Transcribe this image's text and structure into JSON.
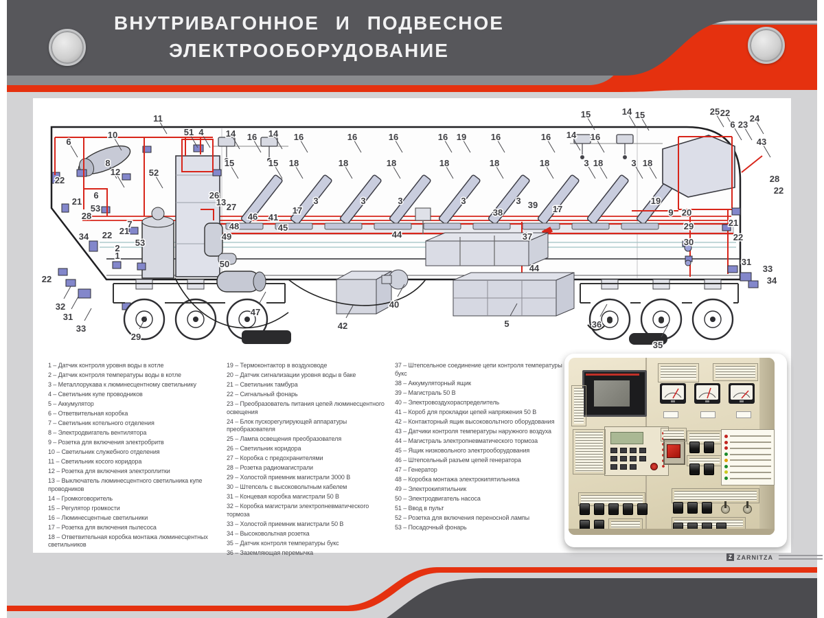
{
  "header": {
    "title_line1": "ВНУТРИВАГОННОЕ И ПОДВЕСНОЕ",
    "title_line2": "ЭЛЕКТРООБОРУДОВАНИЕ"
  },
  "footer": {
    "brand": "ZARNITZA"
  },
  "colors": {
    "accent_red": "#e5310f",
    "header_gray": "#57575b",
    "mid_gray": "#8a8b8e",
    "bg_gray": "#d3d3d5",
    "text_dark": "#4a4a4e"
  },
  "legend": {
    "columns": [
      [
        "1 – Датчик контроля уровня воды в котле",
        "2 – Датчик контроля температуры воды в котле",
        "3 – Металлорукава к люминесцентному светильнику",
        "4 – Светильник купе проводников",
        "5 – Аккумулятор",
        "6 – Ответвительная коробка",
        "7 – Светильник котельного отделения",
        "8 – Электродвигатель вентилятора",
        "9 – Розетка для включения электробритв",
        "10 – Светильник служебного отделения",
        "11 – Светильник косого коридора",
        "12 – Розетка для включения электроплитки",
        "13 – Выключатель люминесцентного светильника купе проводников",
        "14 – Громкоговоритель",
        "15 – Регулятор громкости",
        "16 – Люминесцентные светильники",
        "17 – Розетка для включения пылесоса",
        "18 – Ответвительная коробка монтажа люминесцентных светильников"
      ],
      [
        "19 – Термоконтактор в воздуховоде",
        "20 – Датчик сигнализации уровня воды в баке",
        "21 – Светильник тамбура",
        "22 – Сигнальный фонарь",
        "23 – Преобразователь питания цепей люминесцентного освещения",
        "24 – Блок пускорегулирующей аппаратуры преобразователя",
        "25 – Лампа освещения преобразователя",
        "26 – Светильник коридора",
        "27 – Коробка с предохранителями",
        "28 – Розетка радиомагистрали",
        "29 – Холостой приемник магистрали 3000 В",
        "30 – Штепсель с высоковольтным кабелем",
        "31 – Концевая коробка магистрали 50 В",
        "32 – Коробка магистрали электропневматического тормоза",
        "33 – Холостой приемник магистрали 50 В",
        "34 – Высоковольтная розетка",
        "35 – Датчик контроля температуры букс",
        "36 – Заземляющая перемычка"
      ],
      [
        "37 – Штепсельное соединение цепи контроля температуры букс",
        "38 – Аккумуляторный ящик",
        "39 – Магистраль 50 В",
        "40 – Электровоздухораспределитель",
        "41 – Короб для прокладки цепей напряжения 50 В",
        "42 – Контакторный ящик высоковольтного оборудования",
        "43 – Датчики контроля температуры наружного воздуха",
        "44 – Магистраль электропневматического тормоза",
        "45 – Ящик низковольного электрооборудования",
        "46 – Штепсельный разъем цепей генератора",
        "47 – Генератор",
        "48 – Коробка монтажа электрокипятильника",
        "49 – Электрокипятильник",
        "50 – Электродвигатель насоса",
        "51 – Ввод в пульт",
        "52 – Розетка для включения переносной лампы",
        "53 – Посадочный фонарь"
      ]
    ]
  },
  "diagram": {
    "callouts": [
      [
        "6",
        40,
        52
      ],
      [
        "10",
        104,
        42
      ],
      [
        "11",
        170,
        18
      ],
      [
        "51",
        215,
        38
      ],
      [
        "4",
        233,
        38
      ],
      [
        "14",
        276,
        40
      ],
      [
        "16",
        307,
        45
      ],
      [
        "14",
        338,
        40
      ],
      [
        "15",
        274,
        83
      ],
      [
        "15",
        338,
        83
      ],
      [
        "8",
        97,
        83
      ],
      [
        "12",
        108,
        96
      ],
      [
        "52",
        164,
        97
      ],
      [
        "22",
        27,
        108
      ],
      [
        "6",
        80,
        130
      ],
      [
        "21",
        52,
        139
      ],
      [
        "53",
        79,
        149
      ],
      [
        "28",
        66,
        160
      ],
      [
        "7",
        129,
        172
      ],
      [
        "21",
        121,
        182
      ],
      [
        "22",
        96,
        188
      ],
      [
        "53",
        144,
        199
      ],
      [
        "34",
        62,
        190
      ],
      [
        "2",
        111,
        207
      ],
      [
        "1",
        111,
        218
      ],
      [
        "26",
        252,
        130
      ],
      [
        "13",
        262,
        140
      ],
      [
        "27",
        277,
        147
      ],
      [
        "22",
        8,
        252
      ],
      [
        "32",
        28,
        292
      ],
      [
        "31",
        39,
        307
      ],
      [
        "33",
        58,
        324
      ],
      [
        "29",
        138,
        336
      ],
      [
        "47",
        312,
        300
      ],
      [
        "50",
        267,
        230
      ],
      [
        "49",
        270,
        190
      ],
      [
        "48",
        281,
        175
      ],
      [
        "46",
        308,
        161
      ],
      [
        "41",
        338,
        162
      ],
      [
        "45",
        352,
        177
      ],
      [
        "16",
        375,
        45
      ],
      [
        "16",
        453,
        45
      ],
      [
        "16",
        513,
        45
      ],
      [
        "16",
        585,
        45
      ],
      [
        "19",
        612,
        45
      ],
      [
        "16",
        662,
        45
      ],
      [
        "16",
        735,
        45
      ],
      [
        "16",
        807,
        45
      ],
      [
        "18",
        368,
        83
      ],
      [
        "18",
        440,
        83
      ],
      [
        "18",
        510,
        83
      ],
      [
        "18",
        587,
        83
      ],
      [
        "18",
        660,
        83
      ],
      [
        "18",
        733,
        83
      ],
      [
        "3",
        400,
        138
      ],
      [
        "3",
        469,
        138
      ],
      [
        "3",
        523,
        138
      ],
      [
        "3",
        615,
        138
      ],
      [
        "3",
        695,
        138
      ],
      [
        "17",
        373,
        152
      ],
      [
        "44",
        518,
        187
      ],
      [
        "42",
        439,
        320
      ],
      [
        "40",
        514,
        289
      ],
      [
        "5",
        678,
        317
      ],
      [
        "38",
        665,
        155
      ],
      [
        "37",
        708,
        190
      ],
      [
        "44",
        718,
        236
      ],
      [
        "39",
        716,
        144
      ],
      [
        "17",
        752,
        150
      ],
      [
        "36",
        809,
        318
      ],
      [
        "35",
        898,
        348
      ],
      [
        "14",
        772,
        42
      ],
      [
        "15",
        793,
        12
      ],
      [
        "14",
        853,
        8
      ],
      [
        "15",
        872,
        13
      ],
      [
        "3",
        794,
        83
      ],
      [
        "18",
        811,
        83
      ],
      [
        "3",
        863,
        83
      ],
      [
        "18",
        883,
        83
      ],
      [
        "25",
        981,
        8
      ],
      [
        "22",
        996,
        10
      ],
      [
        "6",
        1007,
        27
      ],
      [
        "23",
        1022,
        27
      ],
      [
        "24",
        1039,
        18
      ],
      [
        "43",
        1049,
        52
      ],
      [
        "19",
        895,
        138
      ],
      [
        "9",
        917,
        155
      ],
      [
        "20",
        940,
        155
      ],
      [
        "28",
        1068,
        106
      ],
      [
        "22",
        1074,
        123
      ],
      [
        "29",
        943,
        175
      ],
      [
        "30",
        943,
        198
      ],
      [
        "21",
        1008,
        170
      ],
      [
        "22",
        1015,
        191
      ],
      [
        "31",
        1027,
        227
      ],
      [
        "33",
        1058,
        237
      ],
      [
        "34",
        1064,
        254
      ]
    ]
  }
}
